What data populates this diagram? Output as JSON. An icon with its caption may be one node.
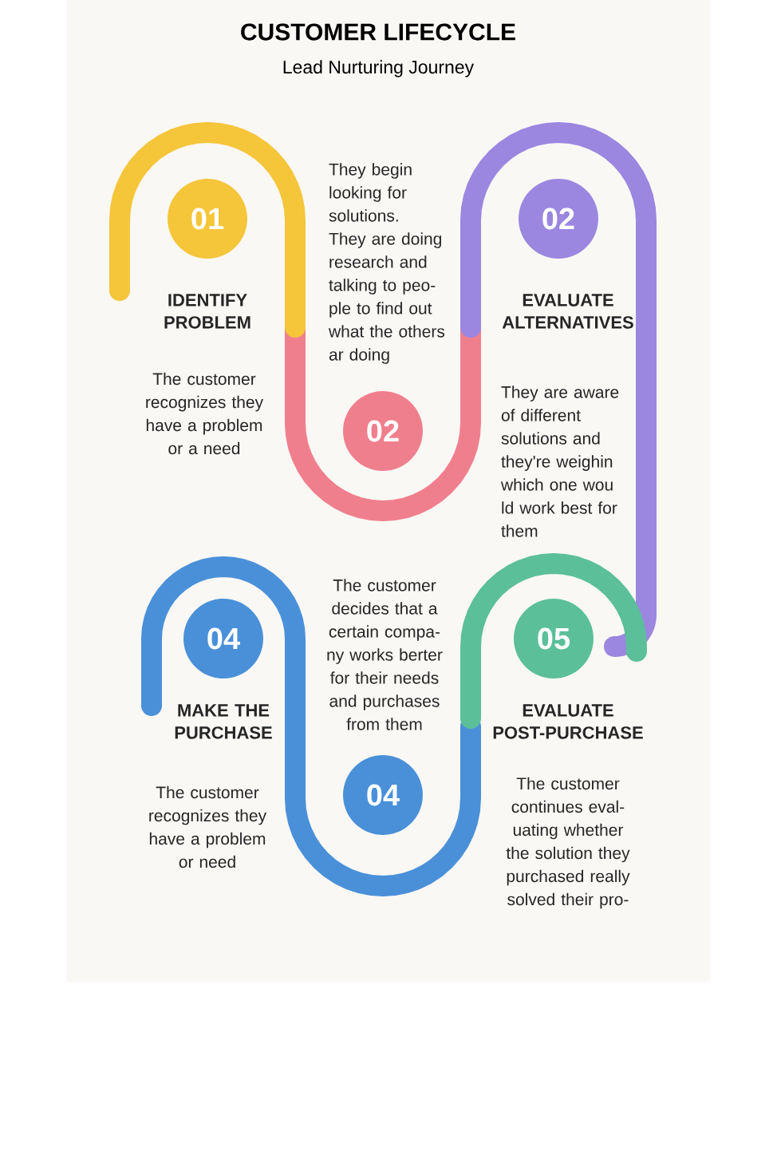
{
  "diagram": {
    "title": "CUSTOMER LIFECYCLE",
    "caption": "Lead Nurturing Journey",
    "nodes": [
      {
        "text": [
          "01"
        ],
        "beside": [
          "IDENTIFY PROBLEM",
          "The customer recognizes they have a problem or a need"
        ]
      },
      {
        "text": [
          "02"
        ],
        "beside": [
          "They begin looking for solutions. They are doing research and talking to peo- ple to find out what the others ar doing"
        ]
      },
      {
        "text": [
          "02"
        ],
        "beside": [
          "EVALUATE ALTERNATIVES",
          "They are aware of different solutions and they're weighin which one wou ld work best for them"
        ]
      },
      {
        "text": [
          "04"
        ],
        "beside": [
          "MAKE THE PURCHASE",
          "The customer recognizes they have a problem or need"
        ]
      },
      {
        "text": [
          "04"
        ],
        "beside": [
          "The customer decides that a certain compa- ny works berter for their needs and purchases from them"
        ]
      },
      {
        "text": [
          "05"
        ],
        "beside": [
          "EVALUATE POST-PURCHASE",
          "The customer continues eval- uating whether the solution they purchased really solved their pro-"
        ]
      }
    ]
  }
}
